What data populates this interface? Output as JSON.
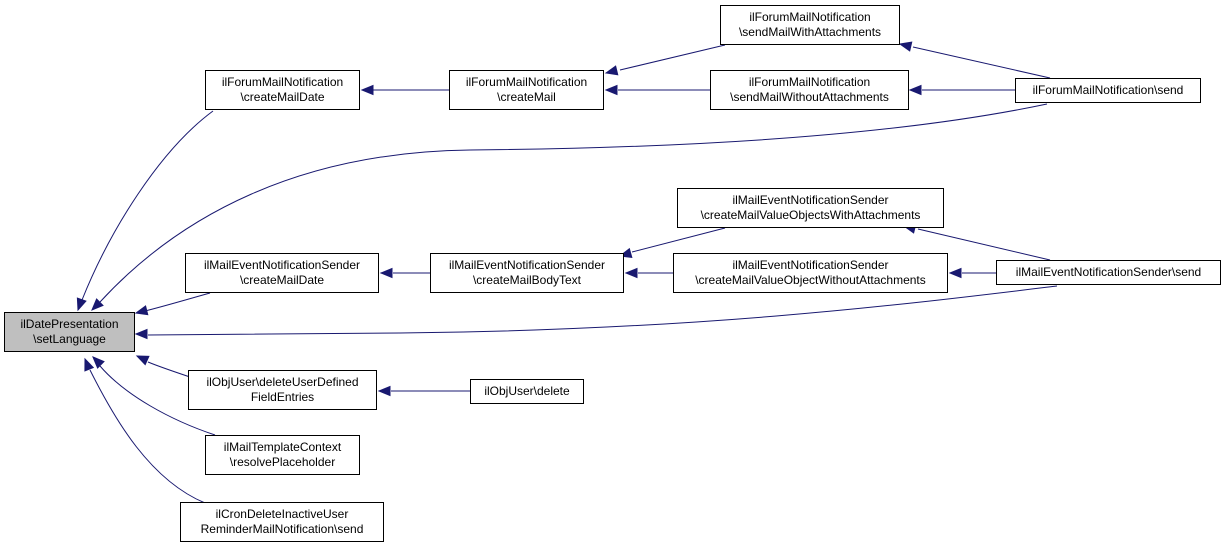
{
  "colors": {
    "edge": "#191970",
    "node_border": "#000000",
    "node_fill": "#ffffff",
    "root_fill": "#bfbfbf"
  },
  "nodes": [
    {
      "id": "root",
      "lines": [
        "ilDatePresentation",
        "\\setLanguage"
      ]
    },
    {
      "id": "fmn_createMailDate",
      "lines": [
        "ilForumMailNotification",
        "\\createMailDate"
      ]
    },
    {
      "id": "fmn_createMail",
      "lines": [
        "ilForumMailNotification",
        "\\createMail"
      ]
    },
    {
      "id": "fmn_sendWith",
      "lines": [
        "ilForumMailNotification",
        "\\sendMailWithAttachments"
      ]
    },
    {
      "id": "fmn_sendWithout",
      "lines": [
        "ilForumMailNotification",
        "\\sendMailWithoutAttachments"
      ]
    },
    {
      "id": "fmn_send",
      "lines": [
        "ilForumMailNotification\\send"
      ]
    },
    {
      "id": "mens_createMailDate",
      "lines": [
        "ilMailEventNotificationSender",
        "\\createMailDate"
      ]
    },
    {
      "id": "mens_createMailBodyText",
      "lines": [
        "ilMailEventNotificationSender",
        "\\createMailBodyText"
      ]
    },
    {
      "id": "mens_withAttachments",
      "lines": [
        "ilMailEventNotificationSender",
        "\\createMailValueObjectsWithAttachments"
      ]
    },
    {
      "id": "mens_withoutAttachment",
      "lines": [
        "ilMailEventNotificationSender",
        "\\createMailValueObjectWithoutAttachments"
      ]
    },
    {
      "id": "mens_send",
      "lines": [
        "ilMailEventNotificationSender\\send"
      ]
    },
    {
      "id": "ou_deleteUDF",
      "lines": [
        "ilObjUser\\deleteUserDefined",
        "FieldEntries"
      ]
    },
    {
      "id": "ou_delete",
      "lines": [
        "ilObjUser\\delete"
      ]
    },
    {
      "id": "mtc_resolve",
      "lines": [
        "ilMailTemplateContext",
        "\\resolvePlaceholder"
      ]
    },
    {
      "id": "cron_send",
      "lines": [
        "ilCronDeleteInactiveUser",
        "ReminderMailNotification\\send"
      ]
    }
  ],
  "edges": [
    {
      "from": "fmn_createMailDate",
      "to": "root"
    },
    {
      "from": "fmn_send",
      "to": "root"
    },
    {
      "from": "mens_createMailDate",
      "to": "root"
    },
    {
      "from": "mens_send",
      "to": "root"
    },
    {
      "from": "ou_deleteUDF",
      "to": "root"
    },
    {
      "from": "mtc_resolve",
      "to": "root"
    },
    {
      "from": "cron_send",
      "to": "root"
    },
    {
      "from": "fmn_createMail",
      "to": "fmn_createMailDate"
    },
    {
      "from": "fmn_sendWith",
      "to": "fmn_createMail"
    },
    {
      "from": "fmn_sendWithout",
      "to": "fmn_createMail"
    },
    {
      "from": "fmn_send",
      "to": "fmn_sendWith"
    },
    {
      "from": "fmn_send",
      "to": "fmn_sendWithout"
    },
    {
      "from": "mens_createMailBodyText",
      "to": "mens_createMailDate"
    },
    {
      "from": "mens_withAttachments",
      "to": "mens_createMailBodyText"
    },
    {
      "from": "mens_withoutAttachment",
      "to": "mens_createMailBodyText"
    },
    {
      "from": "mens_send",
      "to": "mens_withAttachments"
    },
    {
      "from": "mens_send",
      "to": "mens_withoutAttachment"
    },
    {
      "from": "ou_delete",
      "to": "ou_deleteUDF"
    }
  ]
}
